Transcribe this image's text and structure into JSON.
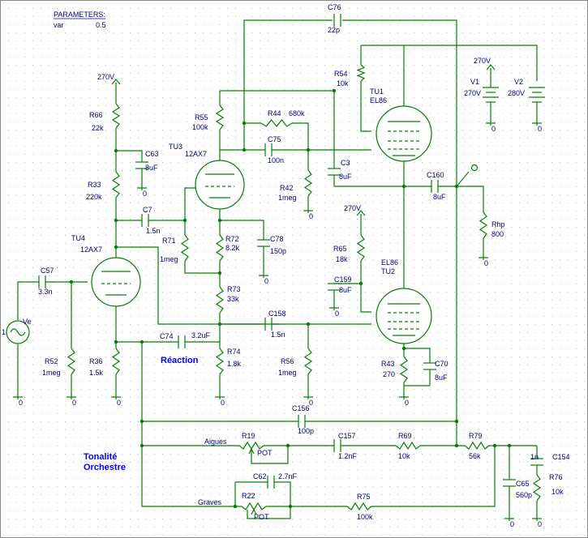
{
  "parameters": {
    "title": "PARAMETERS:",
    "name": "var",
    "value": "0.5"
  },
  "titles": {
    "reaction": "Réaction",
    "tonalite": "Tonalité",
    "orchestre": "Orchestre"
  },
  "ground_label": "0",
  "labels": {
    "aigues": "Aigues",
    "graves": "Graves",
    "hv1": "270V",
    "hv2": "270V",
    "hv3": "270V",
    "v1_name": "V1",
    "v1_val": "270V",
    "v2_name": "V2",
    "v2_val": "280V",
    "tu1": "TU1",
    "tu1_type": "EL86",
    "tu2": "TU2",
    "tu2_type": "EL86",
    "tu3": "TU3",
    "tu3_type": "12AX7",
    "tu4": "TU4",
    "tu4_type": "12AX7",
    "ve": "Ve",
    "ve_one": "1"
  },
  "components": [
    {
      "ref": "C76",
      "val": "22p"
    },
    {
      "ref": "R54",
      "val": "10k"
    },
    {
      "ref": "R55",
      "val": "100k"
    },
    {
      "ref": "R44",
      "val": "680k"
    },
    {
      "ref": "C75",
      "val": "100n"
    },
    {
      "ref": "C3",
      "val": "8uF"
    },
    {
      "ref": "R42",
      "val": "1meg"
    },
    {
      "ref": "C160",
      "val": "8uF"
    },
    {
      "ref": "Rhp",
      "val": "800"
    },
    {
      "ref": "R66",
      "val": "22k"
    },
    {
      "ref": "C63",
      "val": "8uF"
    },
    {
      "ref": "R33",
      "val": "220k"
    },
    {
      "ref": "C7",
      "val": "1.5n"
    },
    {
      "ref": "R71",
      "val": "1meg"
    },
    {
      "ref": "R72",
      "val": "8.2k"
    },
    {
      "ref": "C78",
      "val": "150p"
    },
    {
      "ref": "R73",
      "val": "33k"
    },
    {
      "ref": "R65",
      "val": "18k"
    },
    {
      "ref": "C159",
      "val": "8uF"
    },
    {
      "ref": "C57",
      "val": "3.3n"
    },
    {
      "ref": "C158",
      "val": "1.5n"
    },
    {
      "ref": "R52",
      "val": "1meg"
    },
    {
      "ref": "R36",
      "val": "1.5k"
    },
    {
      "ref": "C74",
      "val": "3.2uF"
    },
    {
      "ref": "R74",
      "val": "1.8k"
    },
    {
      "ref": "R56",
      "val": "1meg"
    },
    {
      "ref": "R43",
      "val": "270"
    },
    {
      "ref": "C70",
      "val": "8uF"
    },
    {
      "ref": "C156",
      "val": "100p"
    },
    {
      "ref": "R19",
      "val": "POT"
    },
    {
      "ref": "C157",
      "val": "1.2nF"
    },
    {
      "ref": "R69",
      "val": "10k"
    },
    {
      "ref": "R79",
      "val": "56k"
    },
    {
      "ref": "C154",
      "val": "1n"
    },
    {
      "ref": "C65",
      "val": "560p"
    },
    {
      "ref": "R76",
      "val": "10k"
    },
    {
      "ref": "C62",
      "val": "2.7nF"
    },
    {
      "ref": "R22",
      "val": "POT"
    },
    {
      "ref": "R75",
      "val": "100k"
    }
  ]
}
